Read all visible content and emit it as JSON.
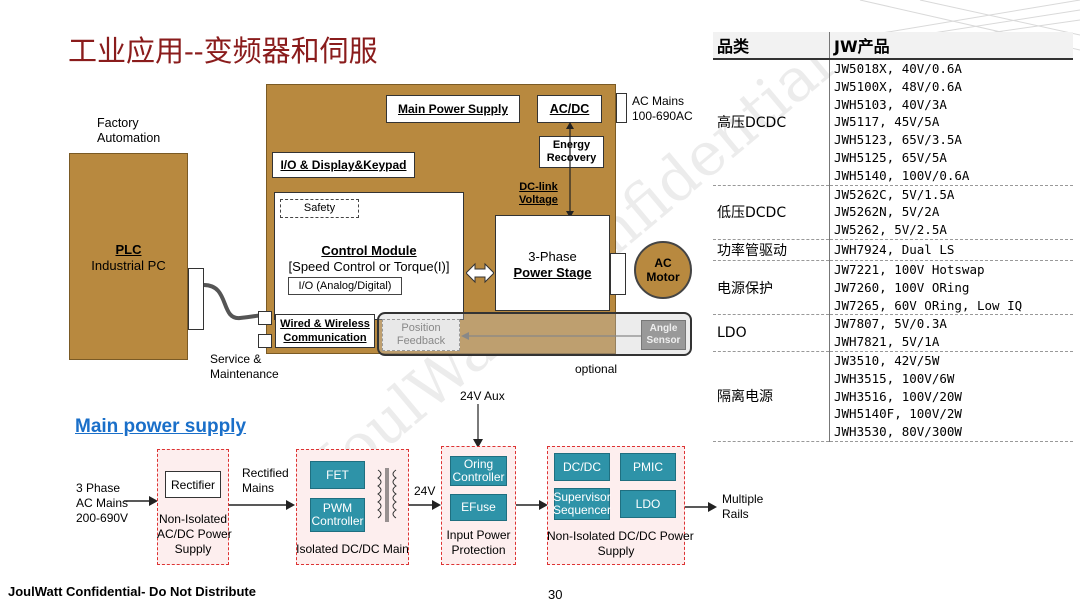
{
  "slide": {
    "title": "工业应用--变频器和伺服",
    "footer": "JoulWatt Confidential- Do Not Distribute",
    "page_number": "30",
    "watermark": "JoulWatt Confidential"
  },
  "diagram": {
    "factory_automation": "Factory\nAutomation",
    "plc_title": "PLC",
    "plc_subtitle": "Industrial PC",
    "service": "Service &\nMaintenance",
    "main_power_supply": "Main Power Supply",
    "acdc": "AC/DC",
    "ac_mains": "AC Mains\n100-690AC",
    "energy_recovery": "Energy\nRecovery",
    "io_display": "I/O & Display&Keypad",
    "dc_link": "DC-link\nVoltage",
    "safety": "Safety",
    "control_module": "Control Module",
    "speed_control": "[Speed Control or Torque(I)]",
    "io_analog": "I/O (Analog/Digital)",
    "power_stage_1": "3-Phase",
    "power_stage_2": "Power Stage",
    "ac_motor": "AC\nMotor",
    "wired_wireless": "Wired & Wireless\nCommunication",
    "position_feedback": "Position\nFeedback",
    "angle_sensor": "Angle\nSensor",
    "optional": "optional"
  },
  "power_supply": {
    "heading": "Main power supply",
    "aux": "24V Aux",
    "input": "3 Phase\nAC Mains\n200-690V",
    "rectifier": "Rectifier",
    "non_isolated_acdc": "Non-Isolated\nAC/DC Power\nSupply",
    "rectified": "Rectified\nMains",
    "fet": "FET",
    "pwm": "PWM\nController",
    "isolated_dcdc": "Isolated DC/DC Main",
    "v24": "24V",
    "oring": "Oring\nController",
    "efuse": "EFuse",
    "input_protection": "Input Power\nProtection",
    "dcdc": "DC/DC",
    "pmic": "PMIC",
    "supervisor": "Supervisor\nSequencer",
    "ldo": "LDO",
    "non_isolated_dcdc": "Non-Isolated DC/DC Power\nSupply",
    "output": "Multiple\nRails"
  },
  "table": {
    "headers": [
      "品类",
      "JW产品"
    ],
    "rows": [
      {
        "category": "高压DCDC",
        "items": [
          "JW5018X, 40V/0.6A",
          "JW5100X, 48V/0.6A",
          "JWH5103, 40V/3A",
          "JW5117, 45V/5A",
          "JWH5123, 65V/3.5A",
          "JWH5125, 65V/5A",
          "JWH5140, 100V/0.6A"
        ]
      },
      {
        "category": "低压DCDC",
        "items": [
          "JW5262C, 5V/1.5A",
          "JW5262N, 5V/2A",
          "JW5262, 5V/2.5A"
        ]
      },
      {
        "category": "功率管驱动",
        "items": [
          "JWH7924, Dual LS"
        ]
      },
      {
        "category": "电源保护",
        "items": [
          "JW7221, 100V Hotswap",
          "JW7260, 100V ORing",
          "JW7265, 60V ORing, Low IQ"
        ]
      },
      {
        "category": "LDO",
        "items": [
          "JW7807, 5V/0.3A",
          "JWH7821, 5V/1A"
        ]
      },
      {
        "category": "隔离电源",
        "items": [
          "JW3510, 42V/5W",
          "JWH3515, 100V/6W",
          "JWH3516, 100V/20W",
          "JWH5140F, 100V/2W",
          "JWH3530, 80V/300W"
        ]
      }
    ]
  },
  "colors": {
    "title": "#8a1c1c",
    "drive_fill": "#b8893f",
    "plc_fill": "#b8893f",
    "teal": "#2e93a8",
    "heading_blue": "#1a6fc9",
    "pink_border": "#dd3333"
  }
}
